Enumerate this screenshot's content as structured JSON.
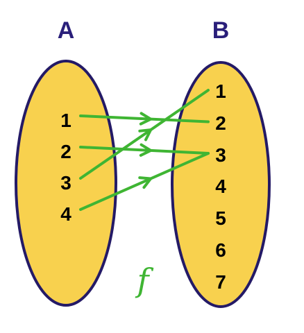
{
  "colors": {
    "set_fill": "#F8D14E",
    "set_stroke": "#241A66",
    "set_label": "#2A1F7A",
    "element_text": "#111111",
    "arrow": "#3FB533",
    "function_label": "#3FB533"
  },
  "set_a": {
    "label": "A",
    "elements": [
      "1",
      "2",
      "3",
      "4"
    ]
  },
  "set_b": {
    "label": "B",
    "elements": [
      "1",
      "2",
      "3",
      "4",
      "5",
      "6",
      "7"
    ]
  },
  "function_label": "f",
  "mapping": [
    {
      "from": "1",
      "to": "2"
    },
    {
      "from": "2",
      "to": "3"
    },
    {
      "from": "3",
      "to": "1"
    },
    {
      "from": "4",
      "to": "3"
    }
  ]
}
